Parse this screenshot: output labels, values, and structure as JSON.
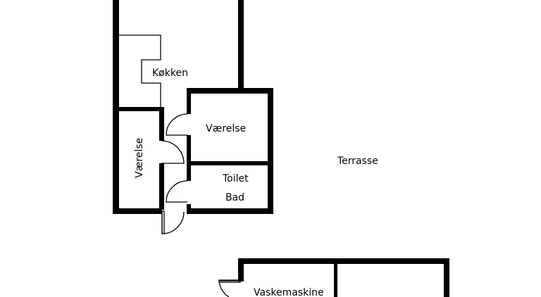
{
  "floorplan": {
    "rooms": {
      "kitchen": "Køkken",
      "room_right": "Værelse",
      "room_left": "Værelse",
      "toilet": "Toilet",
      "bath": "Bad",
      "terrace": "Terrasse",
      "laundry": "Vaskemaskine"
    },
    "colors": {
      "walls": "#000000",
      "background": "#ffffff"
    }
  }
}
